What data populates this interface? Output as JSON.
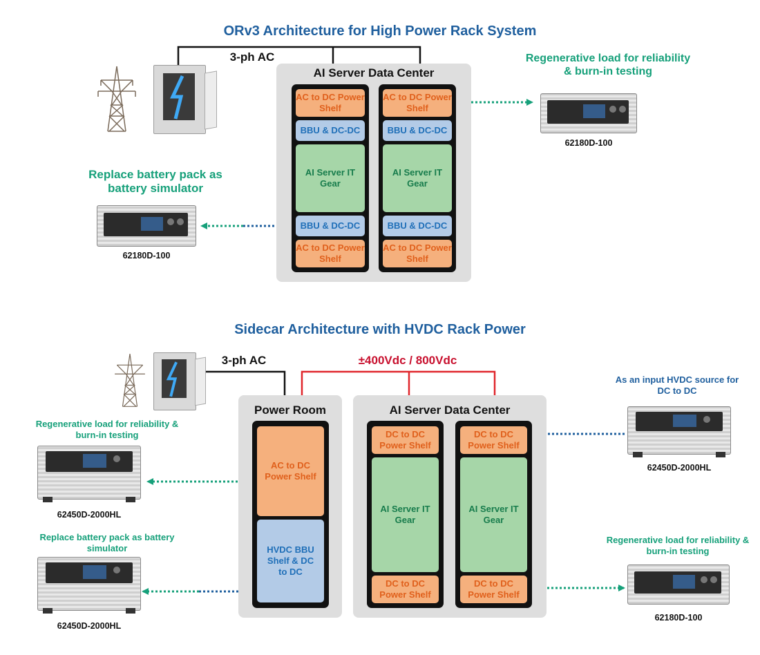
{
  "top": {
    "title": "ORv3 Architecture for High Power Rack System",
    "ac_label": "3-ph AC",
    "datacenter_title": "AI Server Data Center",
    "rack_left": {
      "top_shelf": "AC to DC Power Shelf",
      "bbu_top": "BBU & DC-DC",
      "gear": "AI Server IT Gear",
      "bbu_bottom": "BBU & DC-DC",
      "bottom_shelf": "AC to DC Power Shelf"
    },
    "rack_right": {
      "top_shelf": "AC to DC Power Shelf",
      "bbu_top": "BBU & DC-DC",
      "gear": "AI Server IT Gear",
      "bbu_bottom": "BBU & DC-DC",
      "bottom_shelf": "AC to DC Power Shelf"
    },
    "regen_label": "Regenerative load for reliability & burn-in testing",
    "regen_model": "62180D-100",
    "battery_label": "Replace battery pack as battery simulator",
    "battery_model": "62180D-100"
  },
  "bottom": {
    "title": "Sidecar Architecture with HVDC Rack Power",
    "ac_label": "3-ph AC",
    "hvdc_label": "±400Vdc / 800Vdc",
    "power_room_title": "Power Room",
    "power_room": {
      "ac_shelf": "AC to DC Power Shelf",
      "hvdc": "HVDC BBU Shelf & DC to DC"
    },
    "datacenter_title": "AI Server Data Center",
    "rack_left": {
      "top_shelf": "DC to DC Power Shelf",
      "gear": "AI Server IT Gear",
      "bottom_shelf": "DC to DC Power Shelf"
    },
    "rack_right": {
      "top_shelf": "DC to DC Power Shelf",
      "gear": "AI Server IT Gear",
      "bottom_shelf": "DC to DC Power Shelf"
    },
    "left_regen_label": "Regenerative load for reliability & burn-in testing",
    "left_regen_model": "62450D-2000HL",
    "left_battery_label": "Replace battery pack as battery simulator",
    "left_battery_model": "62450D-2000HL",
    "hvdc_source_label": "As an input HVDC source for DC to DC",
    "hvdc_source_model": "62450D-2000HL",
    "right_regen_label": "Regenerative load for reliability & burn-in testing",
    "right_regen_model": "62180D-100"
  },
  "colors": {
    "title": "#1f5f9e",
    "green_label": "#16a07a",
    "orange_text": "#e0601c",
    "blue_text": "#1f6fb8",
    "hvdc_red": "#e0262b",
    "hvdc_text": "#c8102e"
  },
  "icons": [
    "transmission-tower-icon",
    "electrical-panel-icon",
    "power-supply-device-icon"
  ]
}
